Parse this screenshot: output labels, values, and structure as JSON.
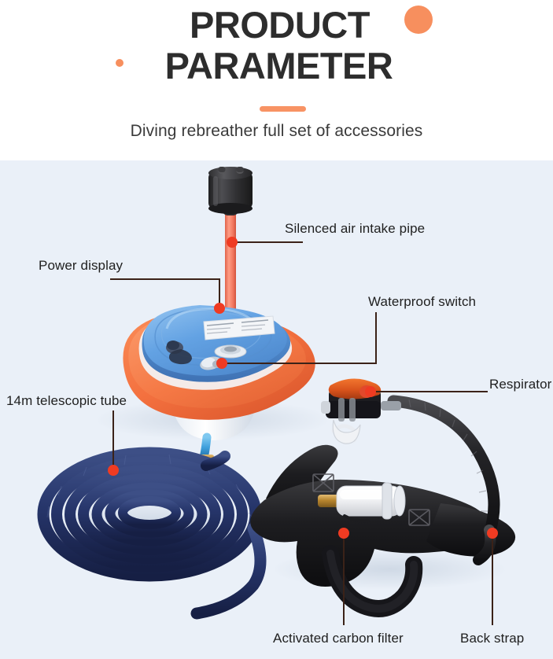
{
  "header": {
    "title_line_1": "PRODUCT",
    "title_line_2": "PARAMETER",
    "subtitle": "Diving rebreather full set of accessories",
    "accent_color": "#f78f5e",
    "title_color": "#2d2d2d"
  },
  "colors": {
    "background_top": "#ffffff",
    "background_body": "#eaf0f8",
    "accent_orange": "#f78f5e",
    "leader_line": "#3b2218",
    "marker_red": "#ef3b22",
    "compressor_blue": "#5d9ee0",
    "float_orange": "#f4713f",
    "hose_navy": "#2b3a6b",
    "harness_black": "#1c1c1e"
  },
  "callouts": [
    {
      "id": "silenced-air-intake-pipe",
      "label": "Silenced air intake pipe"
    },
    {
      "id": "power-display",
      "label": "Power display"
    },
    {
      "id": "waterproof-switch",
      "label": "Waterproof switch"
    },
    {
      "id": "respirator",
      "label": "Respirator"
    },
    {
      "id": "telescopic-tube",
      "label": "14m telescopic tube"
    },
    {
      "id": "activated-carbon-filter",
      "label": "Activated carbon filter"
    },
    {
      "id": "back-strap",
      "label": "Back strap"
    }
  ],
  "product": {
    "parts": [
      "air-intake-filter-cap",
      "air-intake-pipe",
      "floating-compressor-unit",
      "orange-float-ring",
      "power-display-indicator",
      "waterproof-switch-knob",
      "telescopic-hose-coil",
      "respirator-regulator",
      "activated-carbon-filter-cylinder",
      "shoulder-harness",
      "back-strap"
    ]
  }
}
